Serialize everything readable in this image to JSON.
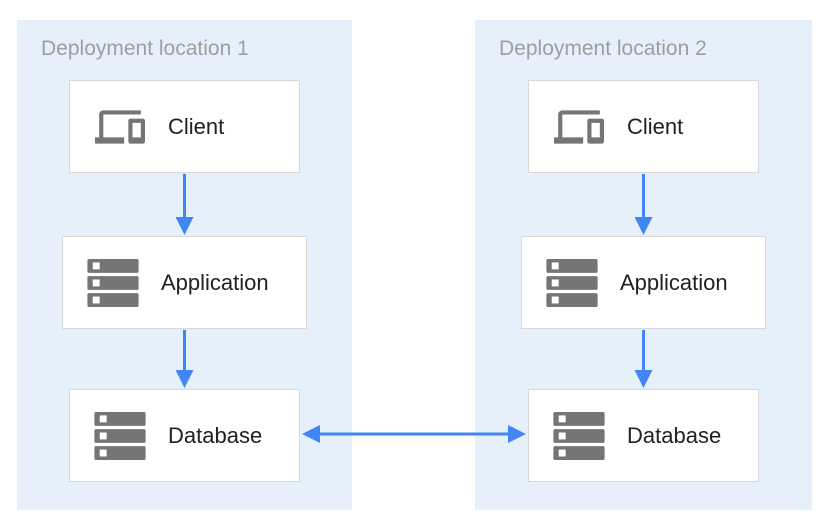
{
  "colors": {
    "page_bg": "#FFFFFF",
    "panel_bg": "#E6F0FB",
    "box_bg": "#FFFFFF",
    "box_border": "#D8D8D8",
    "icon_gray": "#757575",
    "heading_text": "#9E9E9E",
    "label_text": "#212121",
    "arrow_blue": "#4285F4"
  },
  "panels": [
    {
      "title": "Deployment location 1",
      "nodes": [
        {
          "label": "Client",
          "icon": "devices-icon"
        },
        {
          "label": "Application",
          "icon": "server-stack-icon"
        },
        {
          "label": "Database",
          "icon": "server-stack-icon"
        }
      ]
    },
    {
      "title": "Deployment location 2",
      "nodes": [
        {
          "label": "Client",
          "icon": "devices-icon"
        },
        {
          "label": "Application",
          "icon": "server-stack-icon"
        },
        {
          "label": "Database",
          "icon": "server-stack-icon"
        }
      ]
    }
  ],
  "connections": [
    {
      "from": "client-1",
      "to": "application-1",
      "type": "arrow-down"
    },
    {
      "from": "application-1",
      "to": "database-1",
      "type": "arrow-down"
    },
    {
      "from": "client-2",
      "to": "application-2",
      "type": "arrow-down"
    },
    {
      "from": "application-2",
      "to": "database-2",
      "type": "arrow-down"
    },
    {
      "from": "database-1",
      "to": "database-2",
      "type": "arrow-bidirectional"
    }
  ]
}
